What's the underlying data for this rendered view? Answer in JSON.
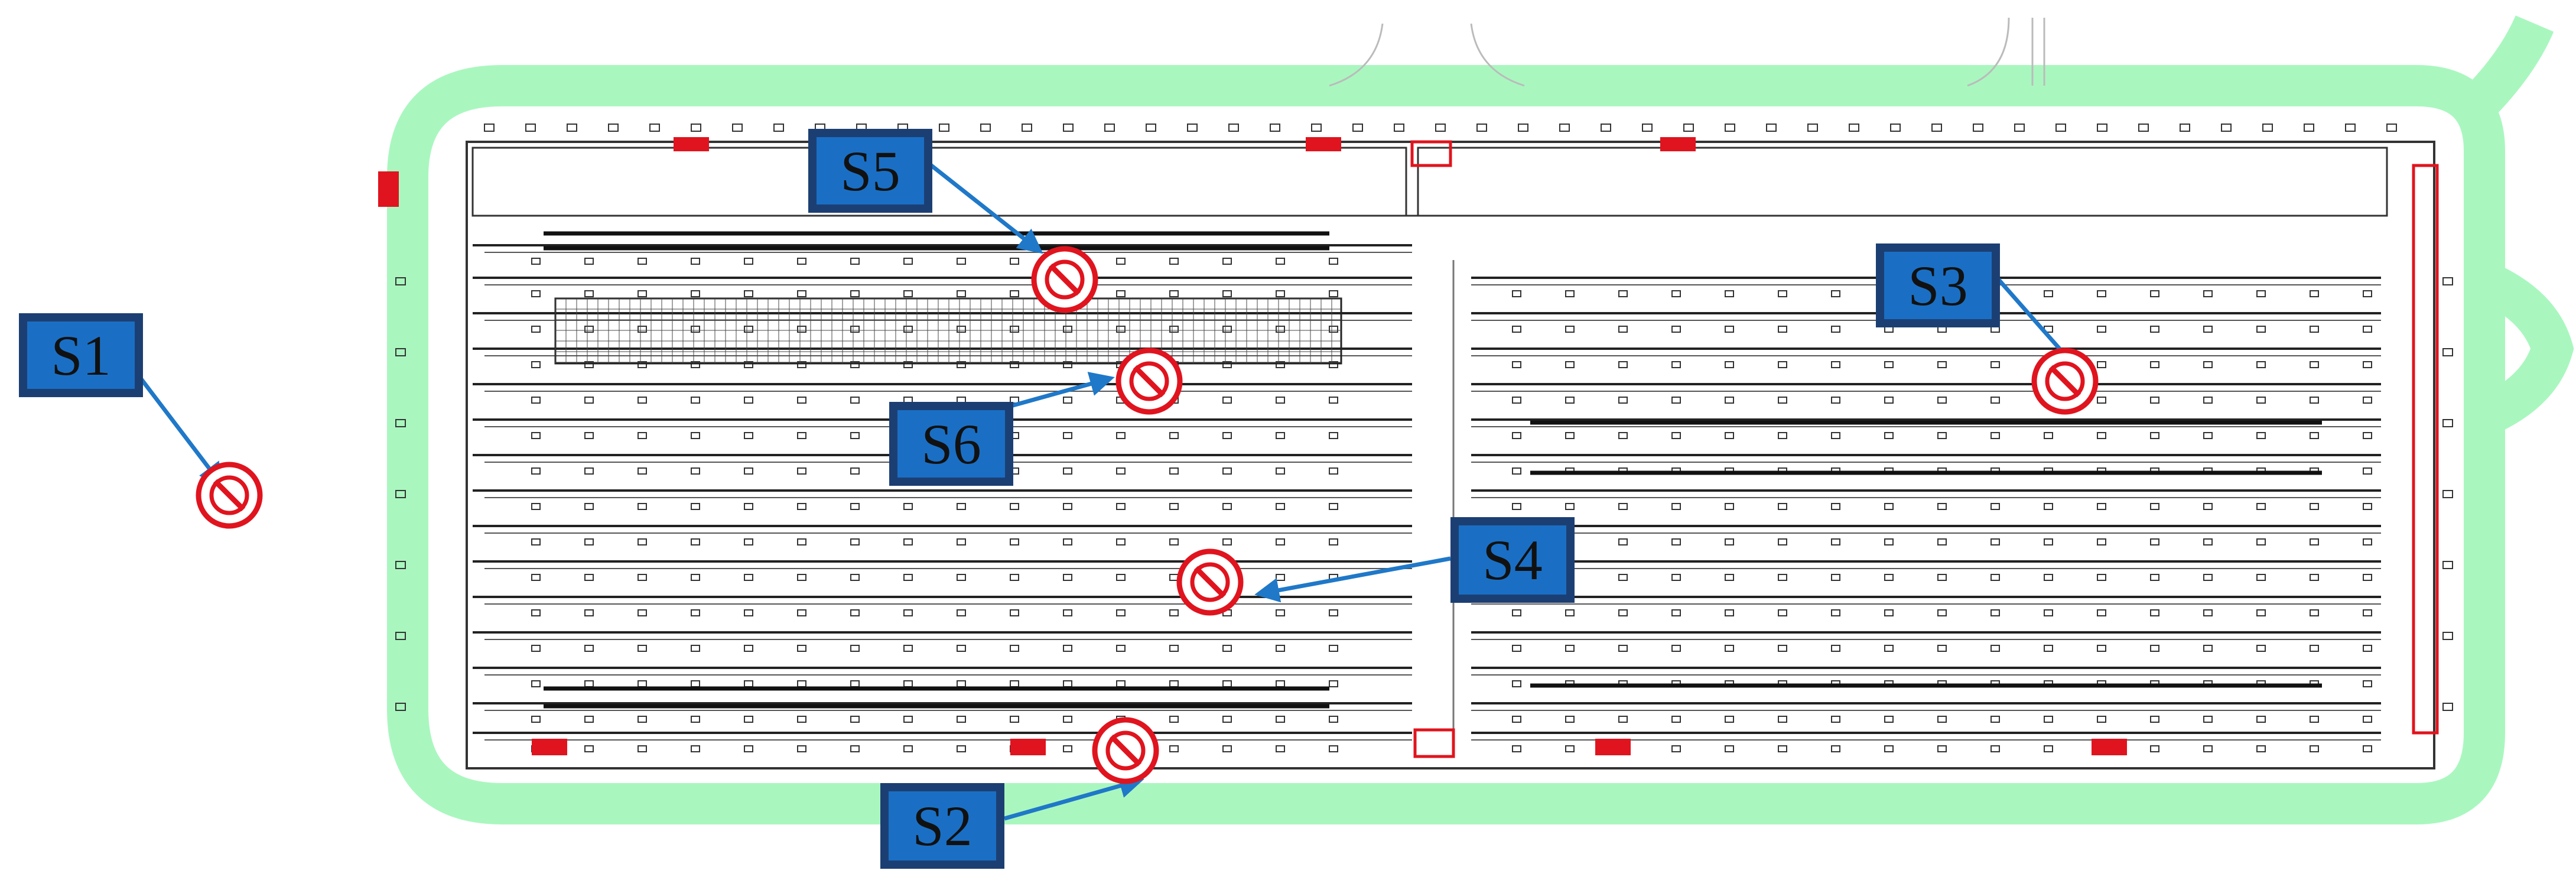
{
  "sensors": [
    {
      "id": "s1",
      "label": "S1"
    },
    {
      "id": "s2",
      "label": "S2"
    },
    {
      "id": "s3",
      "label": "S3"
    },
    {
      "id": "s4",
      "label": "S4"
    },
    {
      "id": "s5",
      "label": "S5"
    },
    {
      "id": "s6",
      "label": "S6"
    }
  ],
  "colors": {
    "road": "#a9f7bf",
    "label_fill": "#1a6fc4",
    "label_border": "#1c3f73",
    "arrow": "#1f78c8",
    "marker": "#e0141e",
    "door": "#e0141e"
  },
  "icons": {
    "marker": "no-entry-icon"
  }
}
